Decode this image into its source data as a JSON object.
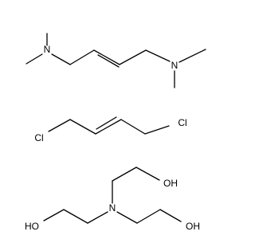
{
  "molecules": [
    {
      "atoms": {
        "n1": "N",
        "n2": "N"
      }
    },
    {
      "atoms": {
        "cl1": "Cl",
        "cl2": "Cl"
      }
    },
    {
      "atoms": {
        "n": "N",
        "oh_top": "OH",
        "oh_left": "HO",
        "oh_right": "OH"
      }
    }
  ]
}
